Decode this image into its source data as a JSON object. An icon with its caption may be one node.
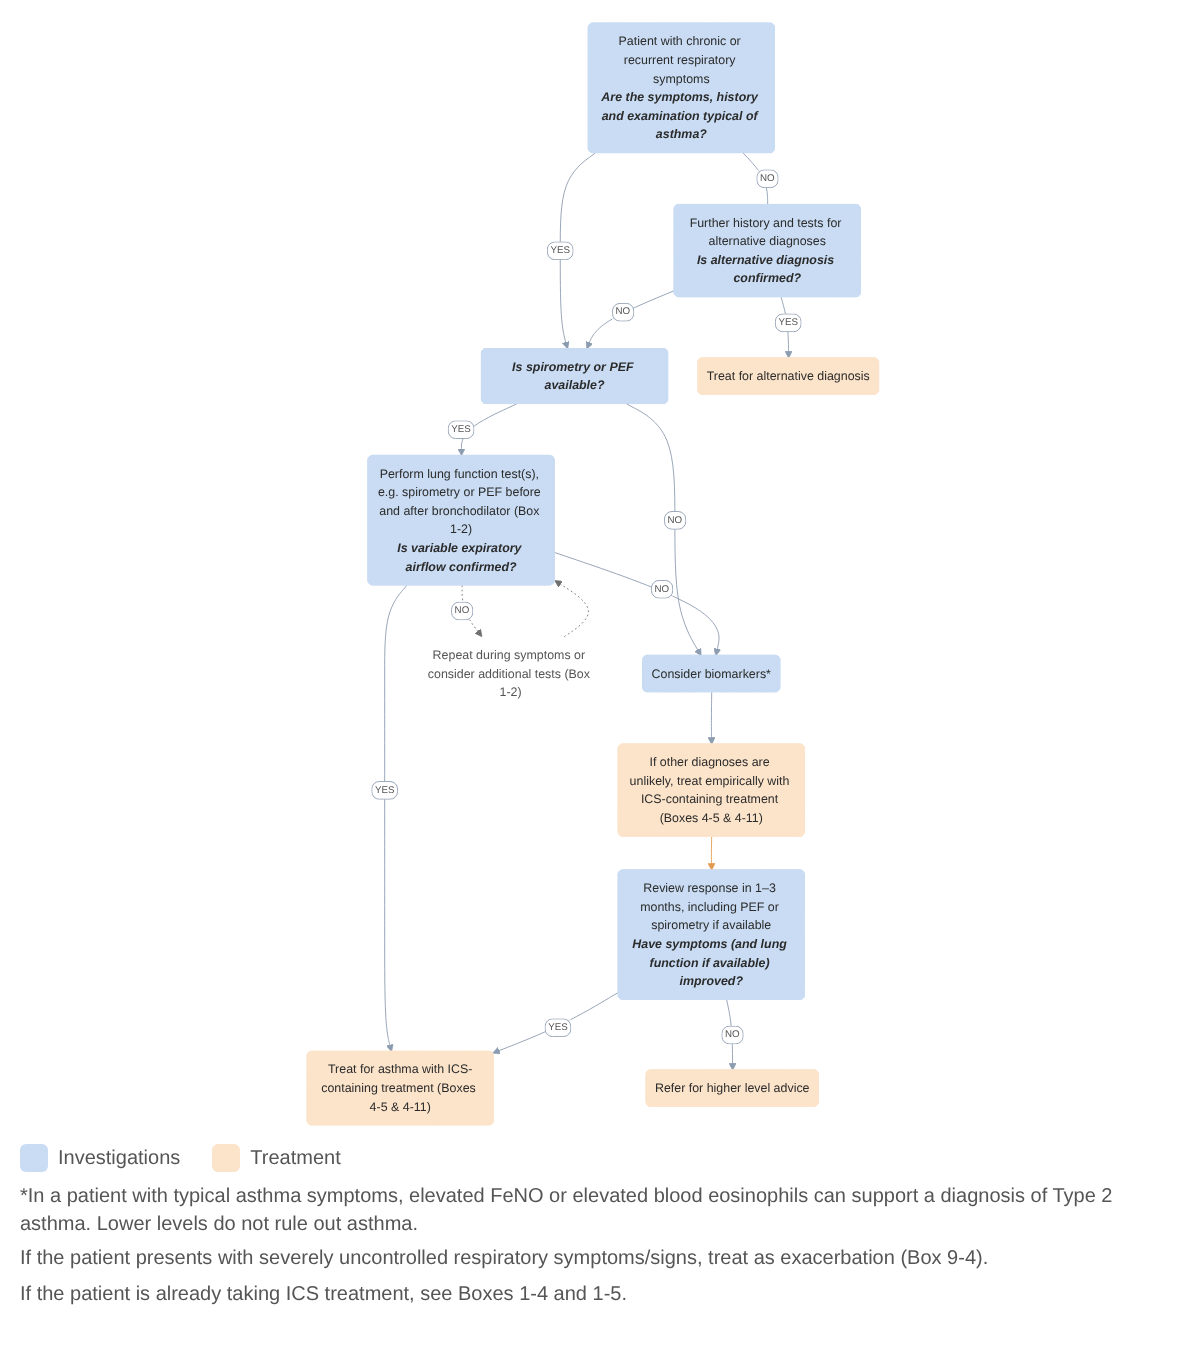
{
  "diagram": {
    "nodes": [
      {
        "text": [
          "Patient with chronic or recurrent respiratory symptoms",
          "Are the symptoms, history and examination typical of asthma?"
        ]
      },
      {
        "text": [
          "Is spirometry or PEF available?"
        ]
      },
      {
        "text": [
          "Further history and tests for alternative diagnoses",
          "Is alternative diagnosis confirmed?"
        ]
      },
      {
        "text": [
          "Consider biomarkers*"
        ]
      },
      {
        "text": [
          "Perform lung function test(s), e.g. spirometry or PEF before and after bronchodilator (Box 1-2)",
          "Is variable expiratory airflow confirmed?"
        ]
      },
      {
        "text": [
          "Repeat during symptoms or consider additional tests (Box 1-2)"
        ]
      },
      {
        "text": [
          "If other diagnoses are unlikely, treat empirically with ICS-containing treatment (Boxes 4-5 & 4-11)"
        ]
      },
      {
        "text": [
          "Review response in 1–3 months, including PEF or spirometry if available",
          "Have symptoms (and lung function if available) improved?"
        ]
      },
      {
        "text": [
          "Treat for asthma with ICS-containing treatment (Boxes 4-5 & 4-11)"
        ]
      },
      {
        "text": [
          "Treat for alternative diagnosis"
        ]
      },
      {
        "text": [
          "Refer for higher level advice"
        ]
      }
    ],
    "edges": [
      {
        "from": 0,
        "to": 1,
        "arrow": "to",
        "label": "YES"
      },
      {
        "from": 0,
        "to": 2,
        "arrow": "none",
        "label": "NO"
      },
      {
        "from": 2,
        "to": 1,
        "arrow": "to",
        "label": "NO"
      },
      {
        "from": 1,
        "to": 3,
        "arrow": "to",
        "label": "NO"
      },
      {
        "from": 1,
        "to": 4,
        "arrow": "to",
        "label": "YES"
      },
      {
        "from": 4,
        "to": 3,
        "arrow": "to",
        "label": "NO"
      },
      {
        "from": 5,
        "to": 4,
        "arrow": "to",
        "style": "dashed",
        "color": "#707070"
      },
      {
        "from": 4,
        "to": 5,
        "arrow": "to",
        "label": "NO",
        "style": "dashed",
        "color": "#707070"
      },
      {
        "from": 4,
        "to": 8,
        "arrow": "to",
        "label": "YES"
      },
      {
        "from": 2,
        "to": 9,
        "arrow": "to",
        "label": "YES"
      },
      {
        "from": 3,
        "to": 6,
        "arrow": "to"
      },
      {
        "from": 6,
        "to": 7,
        "arrow": "to",
        "color": "#e39b4f"
      },
      {
        "from": 7,
        "to": 8,
        "arrow": "to",
        "label": "YES"
      },
      {
        "from": 7,
        "to": 10,
        "arrow": "to",
        "label": "NO"
      }
    ],
    "labels": [
      "*In a patient with typical asthma symptoms, elevated FeNO or elevated blood eosinophils can support a diagnosis of Type 2 asthma. Lower levels do not rule out asthma.",
      "If the patient presents with severely uncontrolled respiratory symptoms/signs, treat as exacerbation (Box 9-4).",
      "If the patient is already taking ICS treatment, see Boxes 1-4 and 1-5."
    ],
    "legend": [
      {
        "text": "Investigations",
        "color": "#c9dcf3"
      },
      {
        "text": "Treatment",
        "color": "#fce4cb"
      }
    ]
  }
}
